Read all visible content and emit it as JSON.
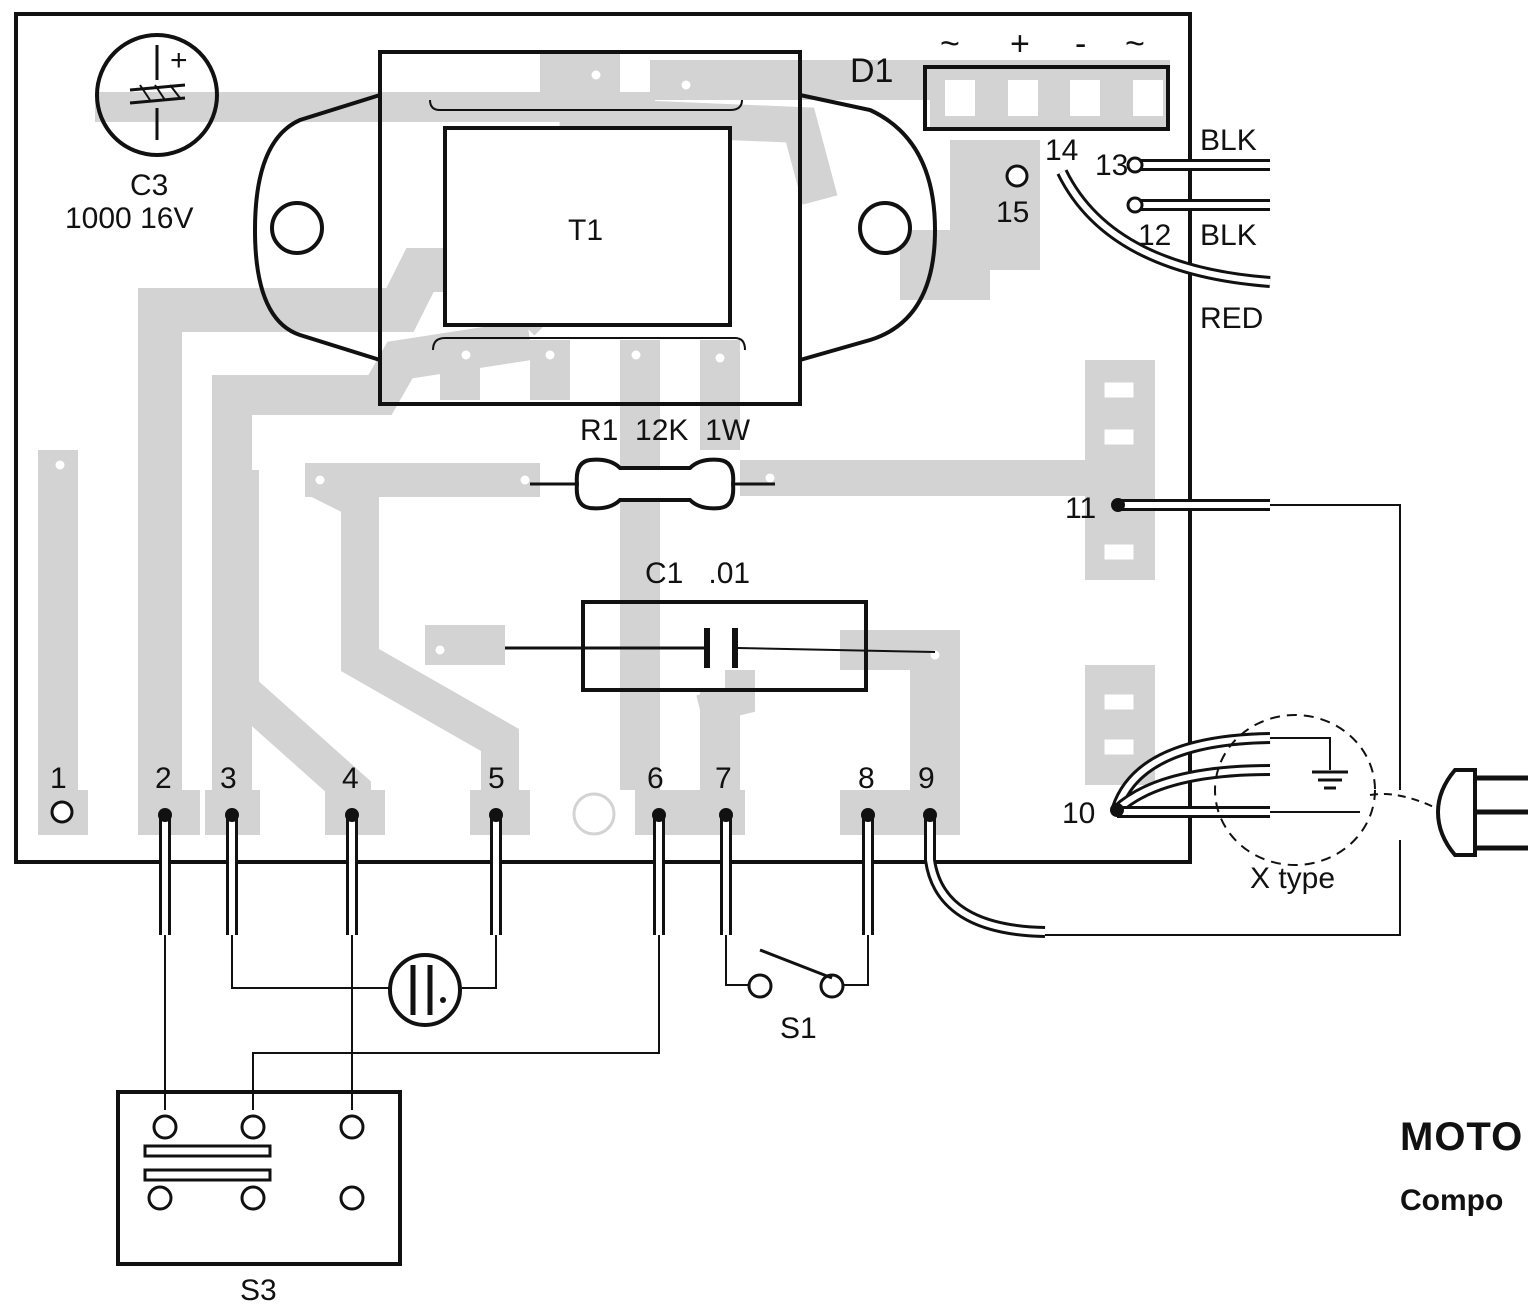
{
  "board": {
    "c3_name": "C3",
    "c3_value": "1000 16V",
    "c3_plus": "+",
    "t1_name": "T1",
    "d1_name": "D1",
    "d1_pins": [
      "~",
      "+",
      "-",
      "~"
    ],
    "r1_label": "R1  12K  1W",
    "c1_label": "C1   .01",
    "terminals": [
      "1",
      "2",
      "3",
      "4",
      "5",
      "6",
      "7",
      "8",
      "9",
      "10",
      "11",
      "12",
      "13",
      "14",
      "15"
    ]
  },
  "wires": {
    "blk_top": "BLK",
    "blk_bottom": "BLK",
    "red": "RED"
  },
  "plug": {
    "type_label": "X type"
  },
  "switches": {
    "s1": "S1",
    "s3": "S3"
  },
  "caption": {
    "title": "MOTO",
    "subtitle": "Compo"
  }
}
